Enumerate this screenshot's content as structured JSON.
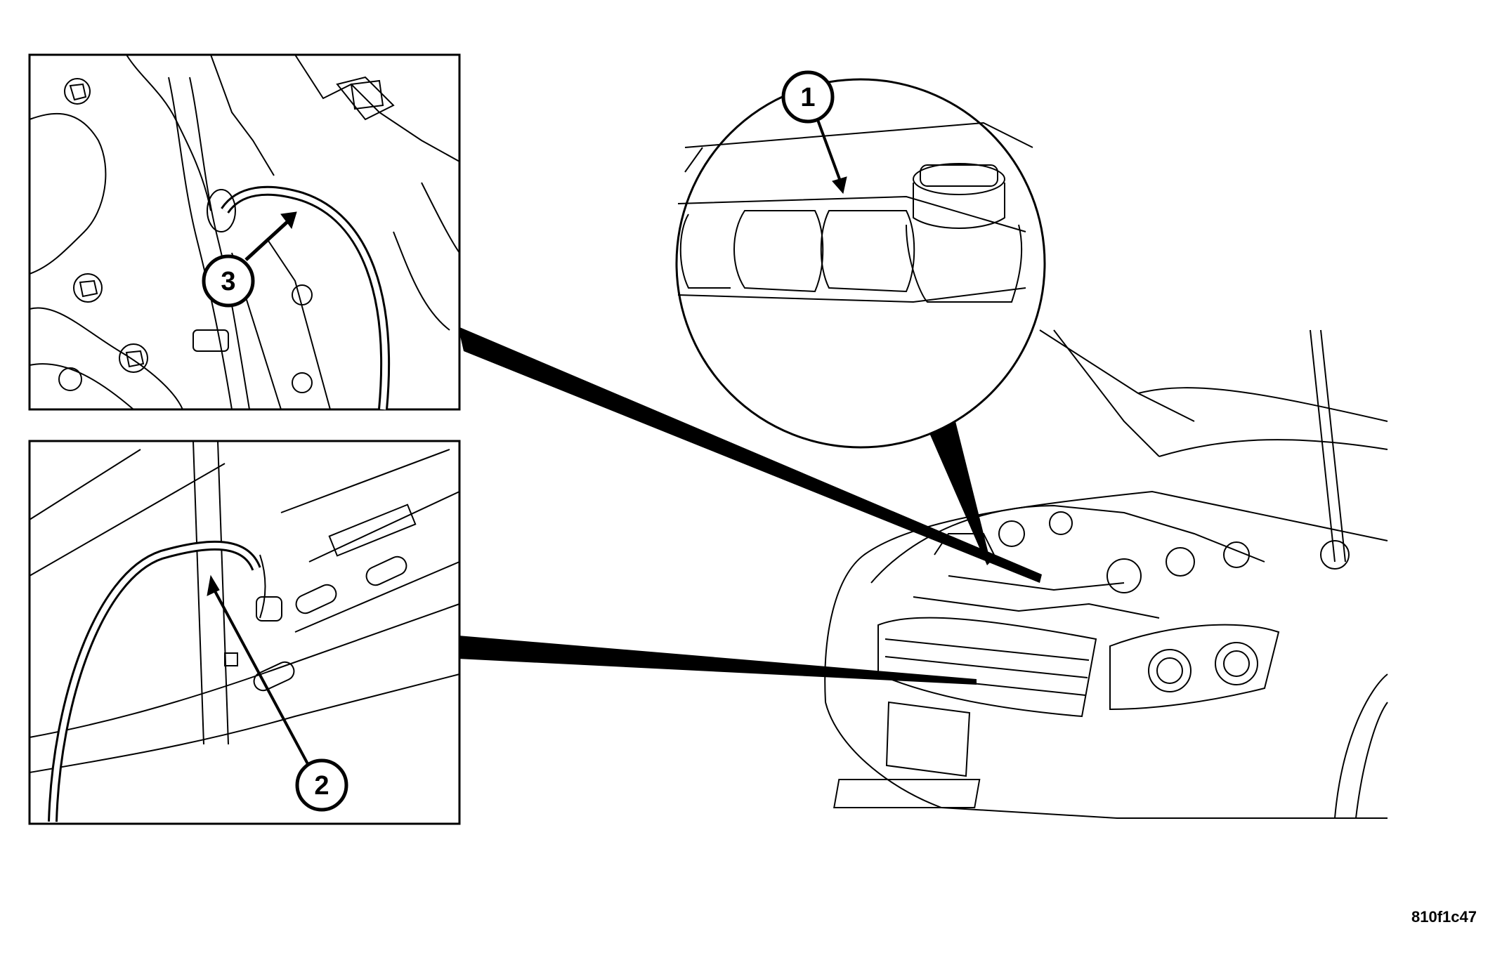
{
  "figure": {
    "callouts": [
      {
        "number": "1",
        "target": "coolant-reservoir"
      },
      {
        "number": "2",
        "target": "lower-hose-connection"
      },
      {
        "number": "3",
        "target": "upper-hose-connection"
      }
    ],
    "figure_id": "810f1c47"
  }
}
